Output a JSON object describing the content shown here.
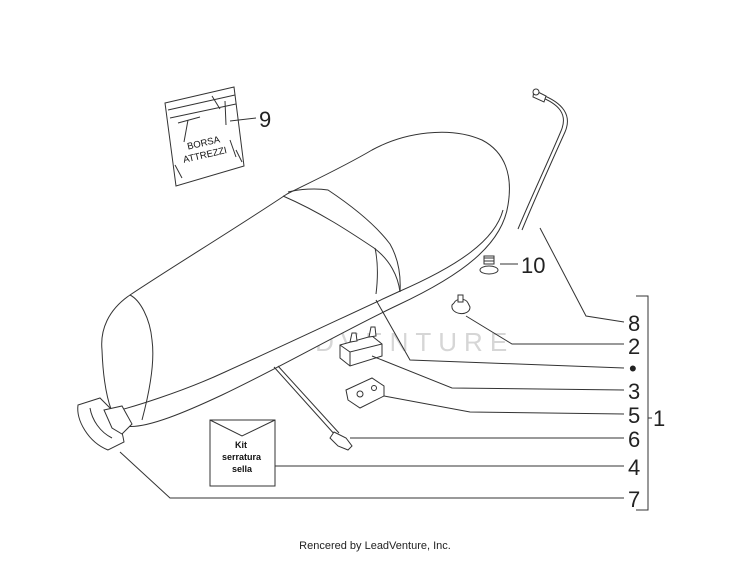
{
  "callouts": {
    "c9": "9",
    "c10": "10",
    "c8": "8",
    "c2": "2",
    "dot": "•",
    "c3": "3",
    "c5": "5",
    "c1": "1",
    "c6": "6",
    "c4": "4",
    "c7": "7"
  },
  "tool_bag": {
    "line1": "BORSA",
    "line2": "ATTREZZI"
  },
  "lock_kit": {
    "line1": "Kit",
    "line2": "serratura",
    "line3": "sella"
  },
  "watermark": "LEADVENTURE",
  "footer": "Rencered by LeadVenture, Inc."
}
